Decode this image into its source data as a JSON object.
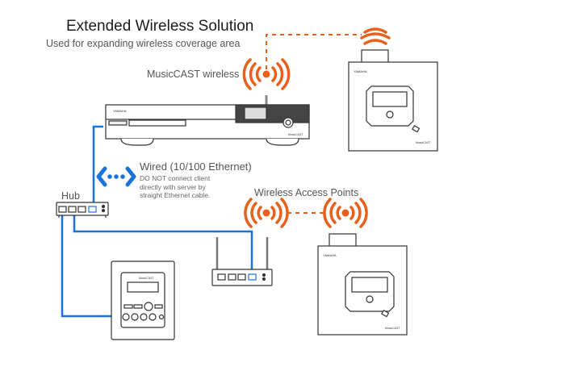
{
  "header": {
    "title": "Extended Wireless Solution",
    "subtitle": "Used for expanding wireless coverage area"
  },
  "labels": {
    "musiccast_wireless": "MusicCAST wireless",
    "wired_title": "Wired (10/100 Ethernet)",
    "wired_note": "DO NOT connect client directly with server by straight Ethernet cable.",
    "hub": "Hub",
    "wireless_access_points": "Wireless Access Points"
  },
  "colors": {
    "wireless_orange": "#e8601c",
    "ethernet_blue": "#1a73d9",
    "device_outline": "#333333"
  },
  "devices": {
    "server": "MusicCAST server (rack unit)",
    "client_top": "Wall-mount client panel (wireless)",
    "client_bottom_left": "Wall-mount control panel (wired)",
    "client_bottom_right": "Wall-mount client panel (wireless)",
    "hub": "Ethernet hub",
    "access_point": "Wireless access point"
  }
}
